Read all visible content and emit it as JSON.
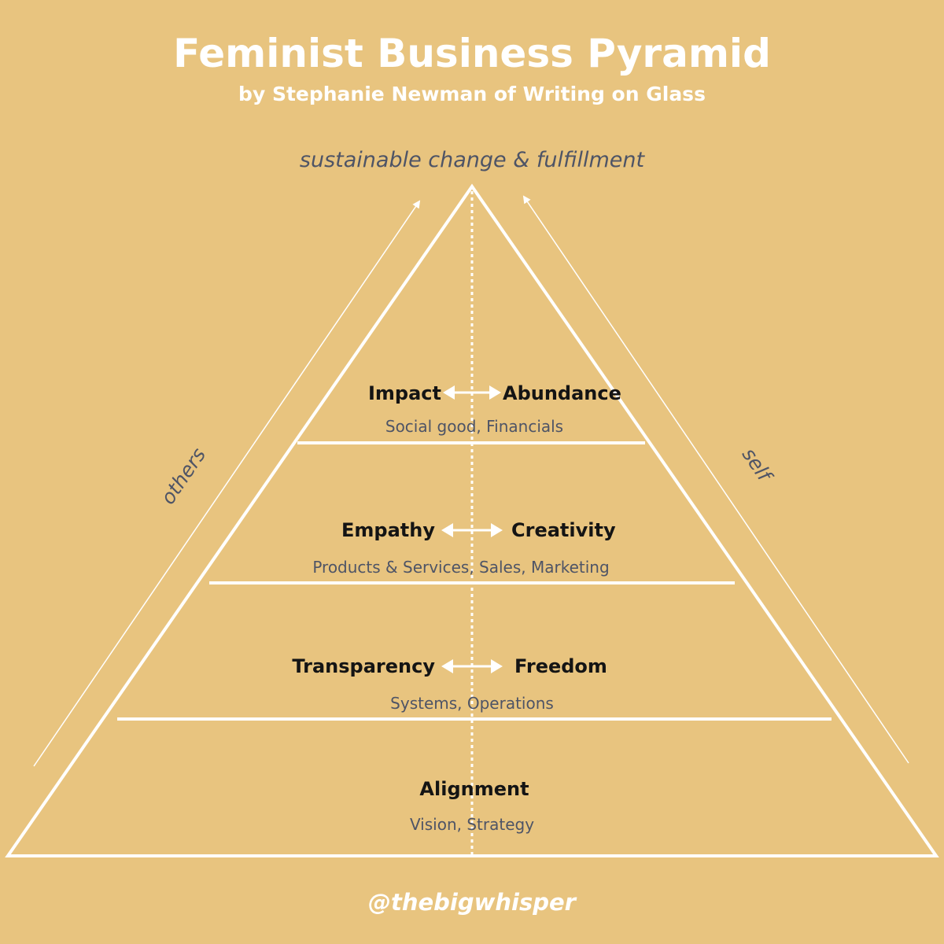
{
  "title": "Feminist Business Pyramid",
  "subtitle": "by Stephanie Newman of Writing on Glass",
  "apex_label": "sustainable change & fulfillment",
  "side_labels": {
    "left": "others",
    "right": "self"
  },
  "levels": [
    {
      "left": "Impact",
      "right": "Abundance",
      "detail": "Social good, Financials"
    },
    {
      "left": "Empathy",
      "right": "Creativity",
      "detail": "Products & Services, Sales, Marketing"
    },
    {
      "left": "Transparency",
      "right": "Freedom",
      "detail": "Systems, Operations"
    },
    {
      "center": "Alignment",
      "detail": "Vision, Strategy"
    }
  ],
  "handle": "@thebigwhisper",
  "colors": {
    "background": "#e8c47f",
    "lines": "#ffffff",
    "value_text": "#141414",
    "detail_text": "#4e5466"
  },
  "icons": [
    "double-arrow-icon",
    "arrow-up-icon"
  ]
}
